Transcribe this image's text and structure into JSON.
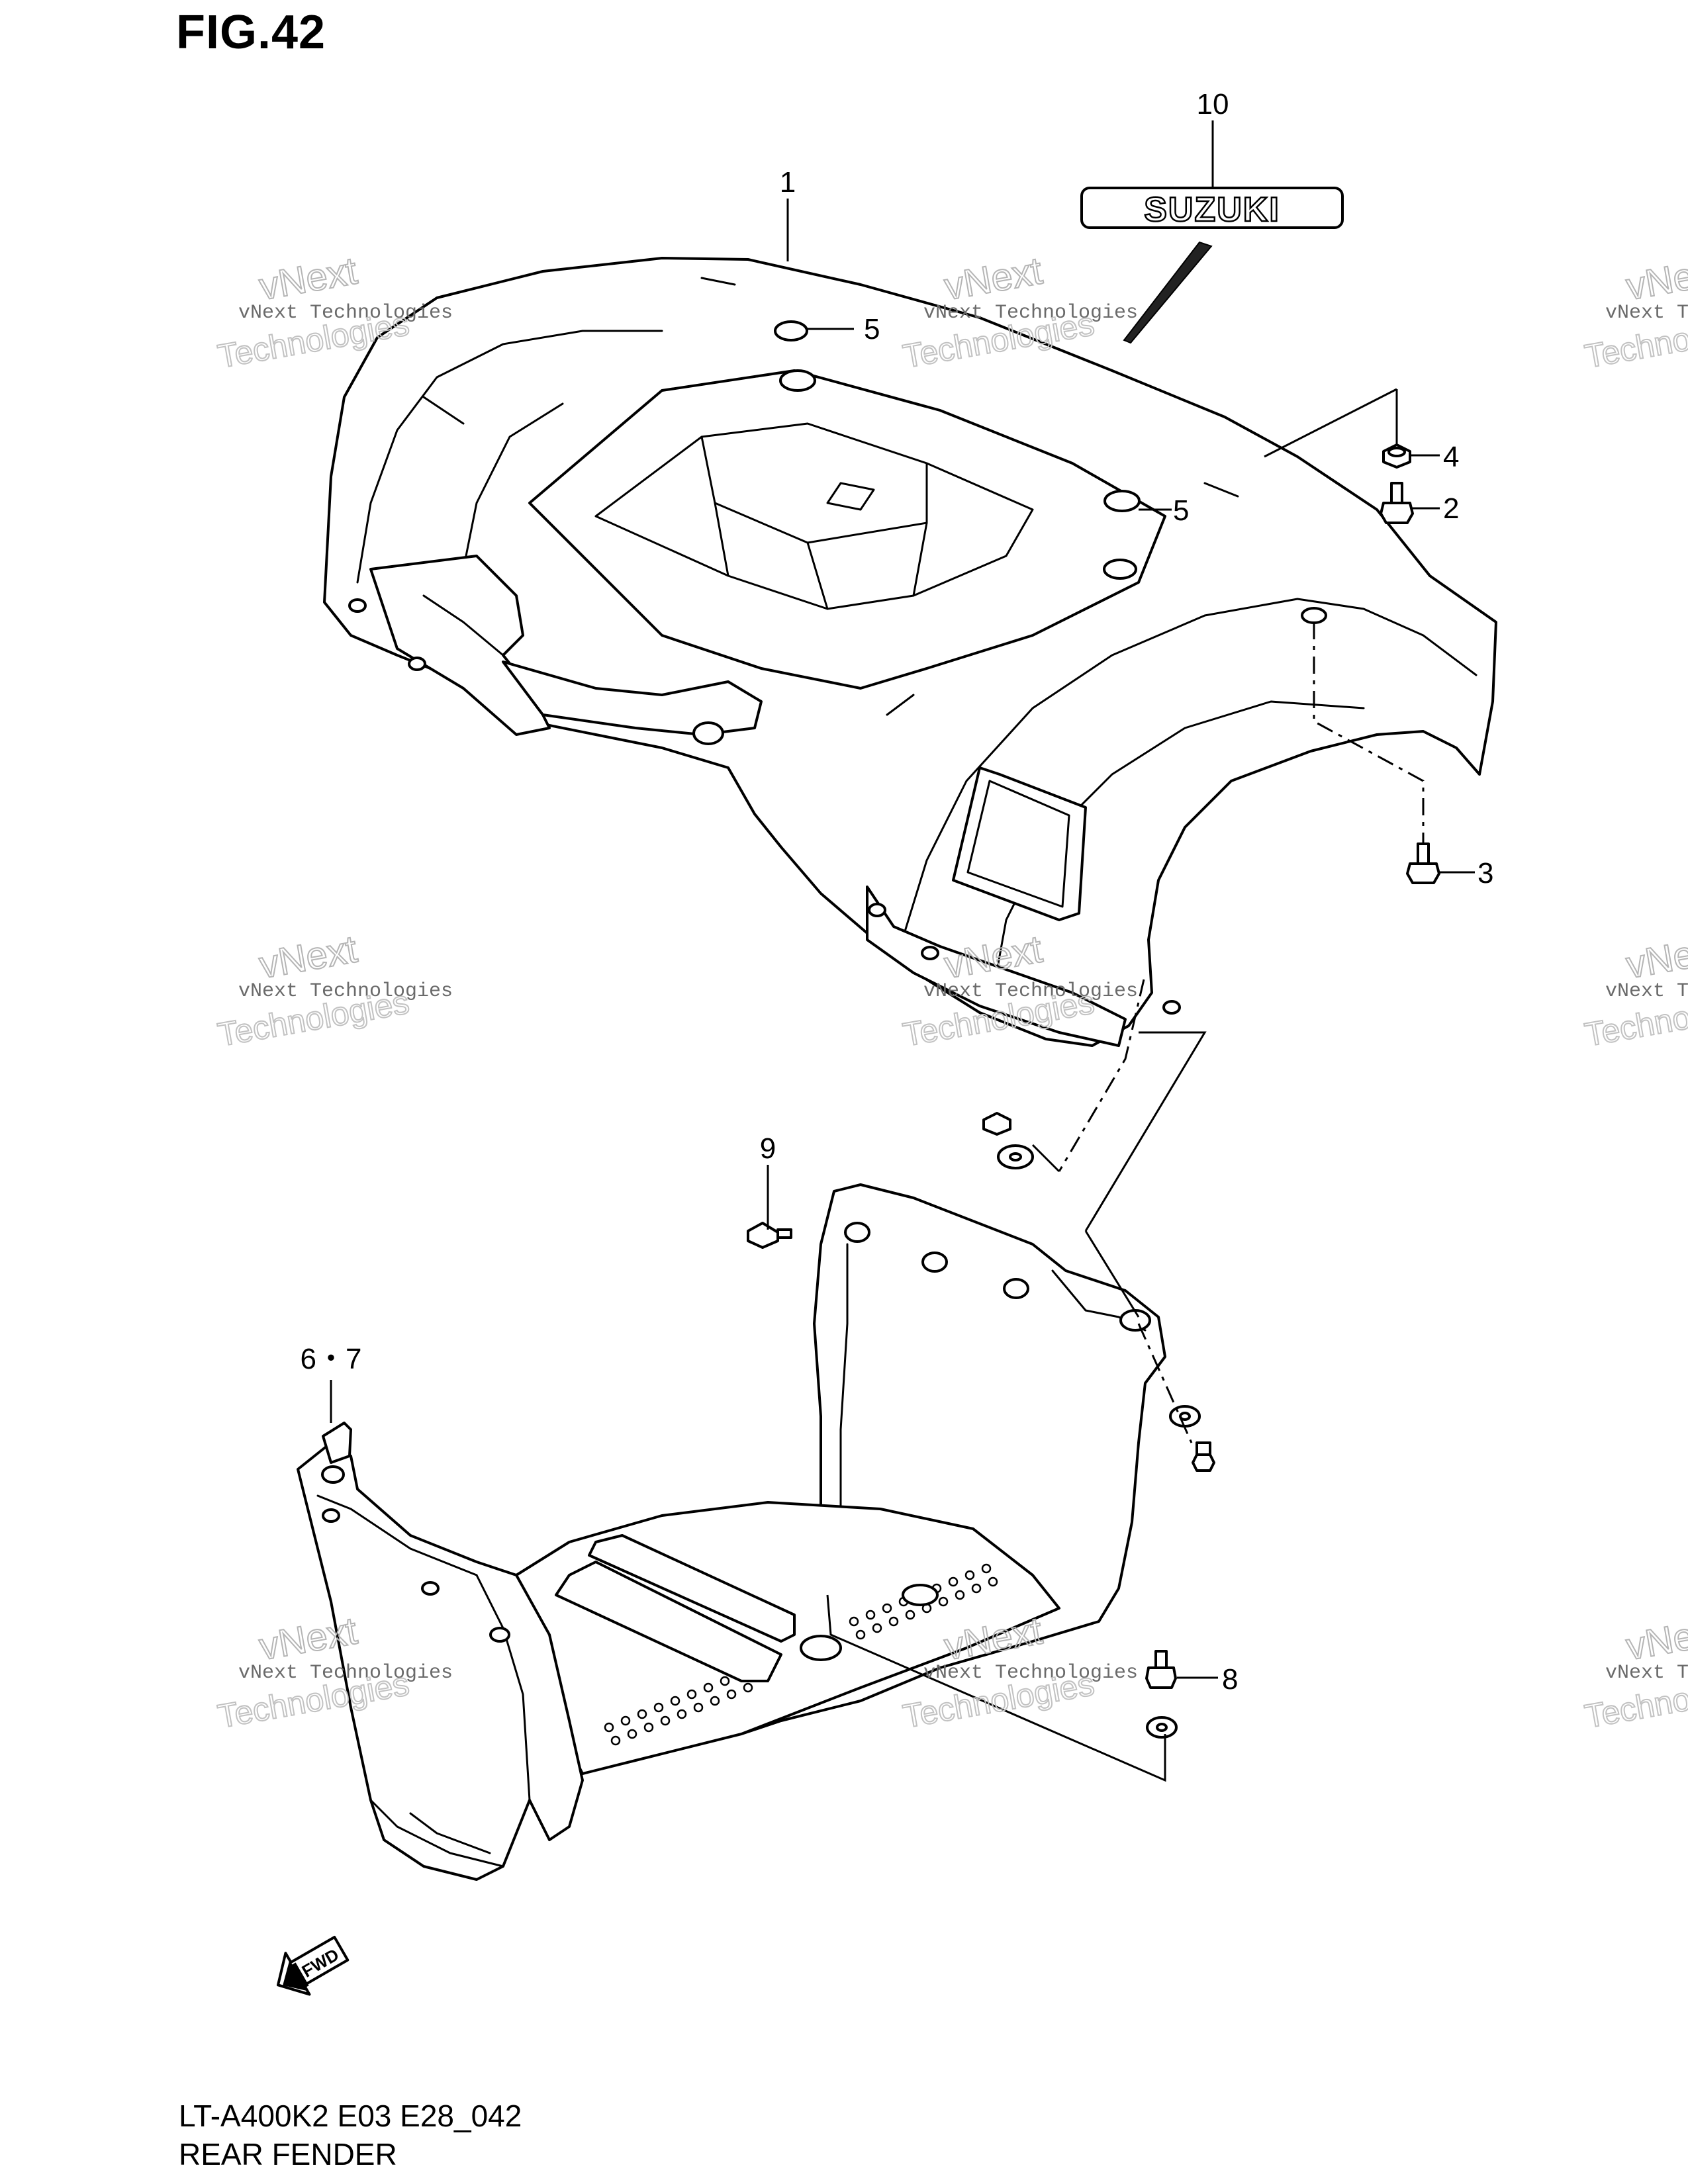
{
  "figure": {
    "title": "FIG.42",
    "code": "LT-A400K2 E03 E28_042",
    "name": "REAR FENDER"
  },
  "callouts": {
    "c1": "1",
    "c2": "2",
    "c3": "3",
    "c4": "4",
    "c5a": "5",
    "c5b": "5",
    "c67": "6・7",
    "c8": "8",
    "c9": "9",
    "c10": "10"
  },
  "decal": {
    "text": "SUZUKI"
  },
  "direction": {
    "label": "FWD"
  },
  "watermark": {
    "line1": "vNext Technologies",
    "line2": "vNext",
    "line3": "Technologies"
  }
}
